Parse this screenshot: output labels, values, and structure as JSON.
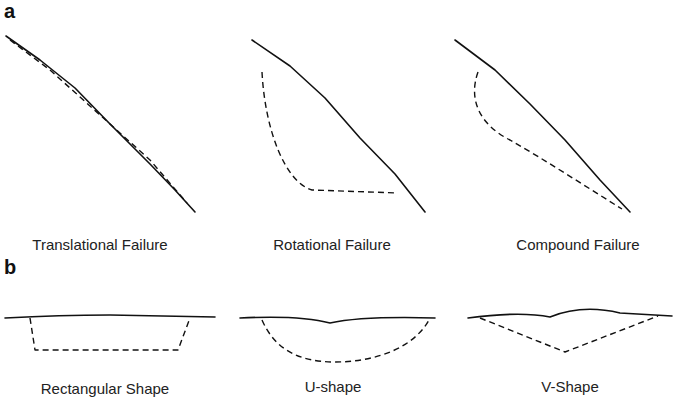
{
  "diagram": {
    "labels": [
      "a",
      "Translational Failure",
      "Rotational Failure",
      "Compound Failure",
      "b",
      "Rectangular Shape",
      "U-shape",
      "V-Shape"
    ]
  }
}
